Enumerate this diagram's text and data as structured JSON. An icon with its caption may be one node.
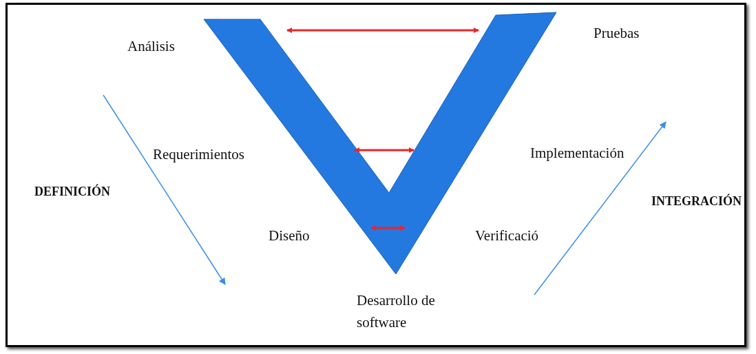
{
  "diagram": {
    "labels": [
      "Análisis",
      "Pruebas",
      "Requerimientos",
      "Implementación",
      "DEFINICIÓN",
      "INTEGRACIÓN",
      "Diseño",
      "Verificació",
      "Desarrollo de software"
    ]
  }
}
